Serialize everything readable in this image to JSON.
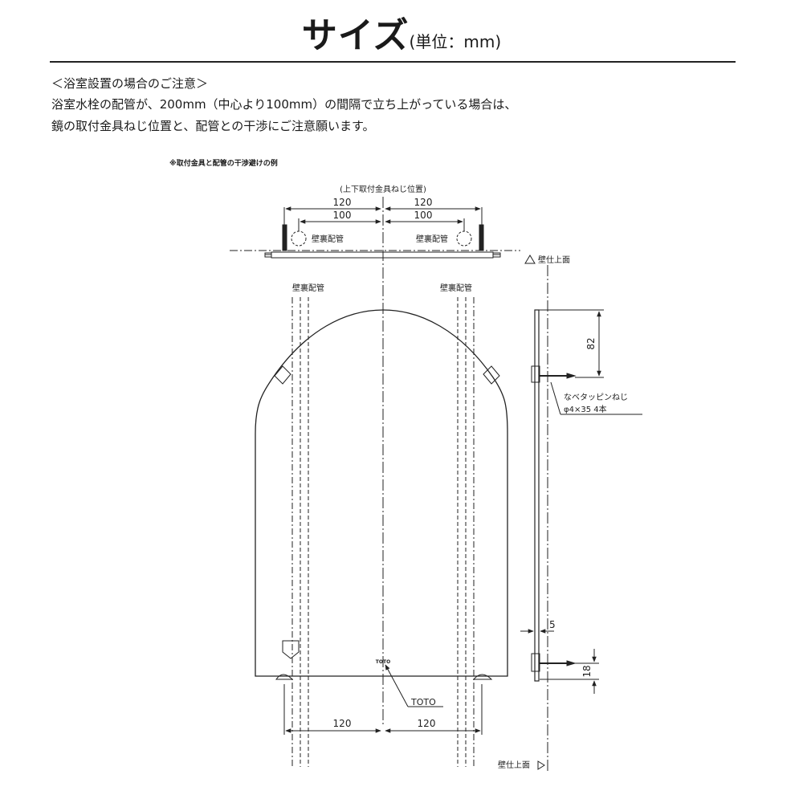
{
  "header": {
    "title": "サイズ",
    "unit": "(単位：mm)"
  },
  "notice": {
    "heading": "＜浴室設置の場合のご注意＞",
    "line1": "浴室水栓の配管が、200mm（中心より100mm）の間隔で立ち上がっている場合は、",
    "line2": "鏡の取付金具ねじ位置と、配管との干渉にご注意願います。"
  },
  "drawing": {
    "example_caption": "※取付金具と配管の干渉避けの例",
    "top_view": {
      "mount_screw_label": "(上下取付金具ねじ位置)",
      "dim_left_120": "120",
      "dim_right_120": "120",
      "dim_left_100": "100",
      "dim_right_100": "100",
      "pipe_left_label": "壁裏配管",
      "pipe_right_label": "壁裏配管",
      "wall_label": "壁仕上面"
    },
    "front_view": {
      "pipe_left_label": "壁裏配管",
      "pipe_right_label": "壁裏配管",
      "brand_mark": "TOTO",
      "brand_callout": "TOTO",
      "dim_bottom_left": "120",
      "dim_bottom_right": "120"
    },
    "side_view": {
      "dim_top": "82",
      "screw_label": "なベタッピンねじ",
      "screw_spec": "φ4×35  4本",
      "dim_thickness": "5",
      "dim_bottom": "18",
      "wall_label": "壁仕上面"
    }
  },
  "colors": {
    "line": "#222222",
    "background": "#ffffff"
  }
}
